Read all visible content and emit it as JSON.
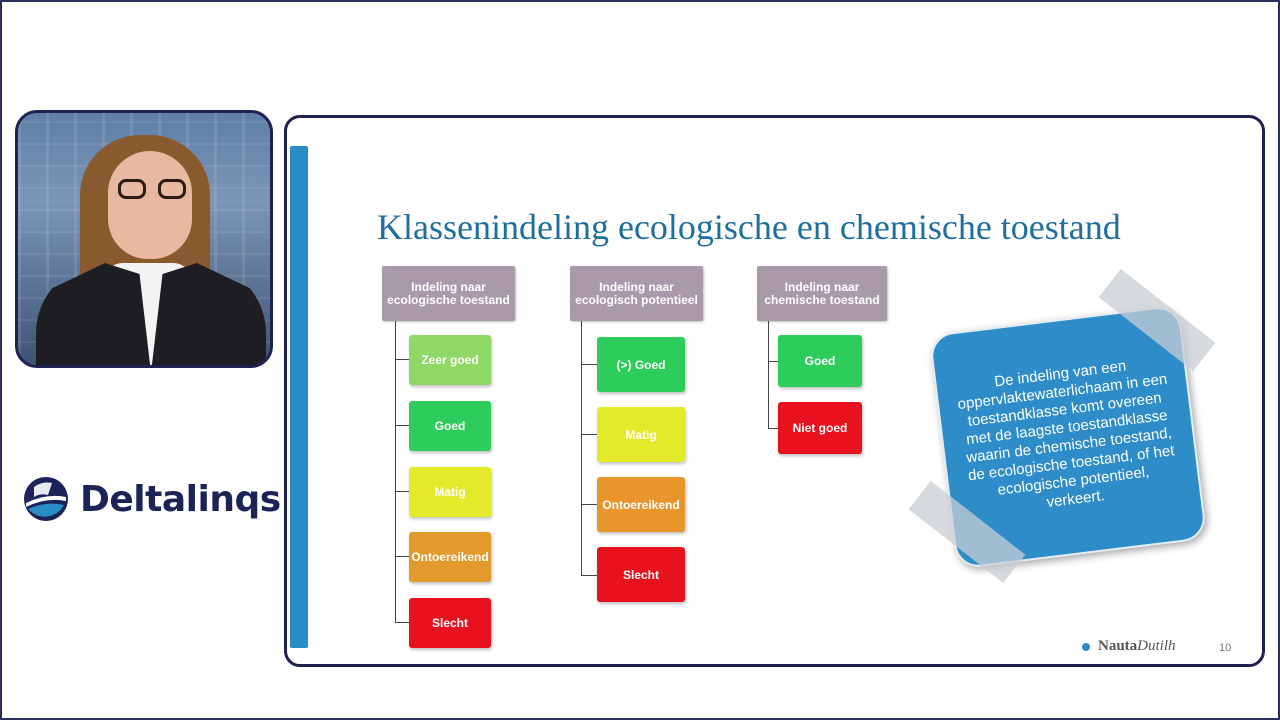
{
  "brand": {
    "logo_text": "Deltalinqs",
    "colors": {
      "navy": "#1c2358",
      "blue": "#2a8cc4"
    }
  },
  "slide": {
    "title": "Klassenindeling ecologische en chemische toestand",
    "columns": [
      {
        "header": "Indeling naar ecologische toestand",
        "items": [
          {
            "label": "Zeer goed",
            "color": "#8fd866"
          },
          {
            "label": "Goed",
            "color": "#2ecc5a"
          },
          {
            "label": "Matig",
            "color": "#e2ea2a"
          },
          {
            "label": "Ontoereikend",
            "color": "#e29a2c"
          },
          {
            "label": "Slecht",
            "color": "#e8121e"
          }
        ]
      },
      {
        "header": "Indeling naar ecologisch potentieel",
        "items": [
          {
            "label": "(>) Goed",
            "color": "#2ecc5a"
          },
          {
            "label": "Matig",
            "color": "#e2ea2a"
          },
          {
            "label": "Ontoereikend",
            "color": "#e8962c"
          },
          {
            "label": "Slecht",
            "color": "#e8121e"
          }
        ]
      },
      {
        "header": "Indeling naar chemische toestand",
        "items": [
          {
            "label": "Goed",
            "color": "#2ecc5a"
          },
          {
            "label": "Niet goed",
            "color": "#e8121e"
          }
        ]
      }
    ],
    "note": "De indeling van een oppervlaktewaterlichaam in een toestandklasse komt overeen met de laagste toestandklasse waarin de chemische toestand, de ecologische toestand, of het ecologische potentieel, verkeert.",
    "footer": {
      "brand_part1": "Nauta",
      "brand_part2": "Dutilh",
      "page_number": "10"
    }
  }
}
